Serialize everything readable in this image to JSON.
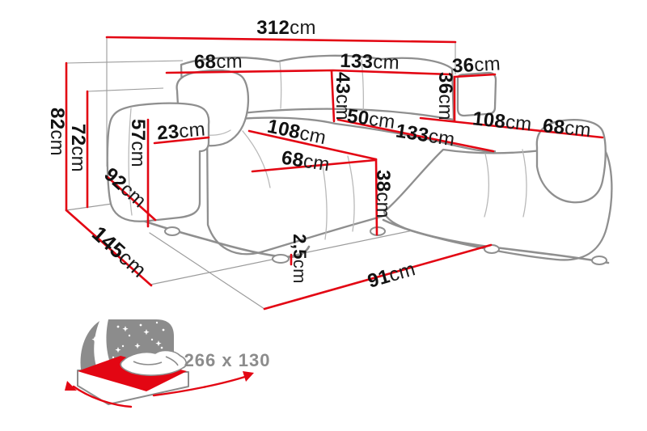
{
  "product_diagram": {
    "title": "corner-sofa-dimensions",
    "unit": "cm",
    "dimensions": {
      "total_width": {
        "value": "312",
        "unit": "cm"
      },
      "back_section_left": {
        "value": "68",
        "unit": "cm"
      },
      "back_section_middle": {
        "value": "133",
        "unit": "cm"
      },
      "backrest_height": {
        "value": "43",
        "unit": "cm"
      },
      "corner_seat_width": {
        "value": "50",
        "unit": "cm"
      },
      "headrest_width": {
        "value": "36",
        "unit": "cm"
      },
      "headrest_height": {
        "value": "36",
        "unit": "cm"
      },
      "armrest_top_width": {
        "value": "23",
        "unit": "cm"
      },
      "left_chaise_length": {
        "value": "108",
        "unit": "cm"
      },
      "left_chaise_width": {
        "value": "68",
        "unit": "cm"
      },
      "middle_seat_width": {
        "value": "133",
        "unit": "cm"
      },
      "right_chaise_length": {
        "value": "108",
        "unit": "cm"
      },
      "right_armrest_width": {
        "value": "68",
        "unit": "cm"
      },
      "seat_height": {
        "value": "38",
        "unit": "cm"
      },
      "armrest_height": {
        "value": "57",
        "unit": "cm"
      },
      "armrest_depth": {
        "value": "92",
        "unit": "cm"
      },
      "total_height": {
        "value": "82",
        "unit": "cm"
      },
      "backrest_total_height": {
        "value": "72",
        "unit": "cm"
      },
      "left_chaise_depth": {
        "value": "145",
        "unit": "cm"
      },
      "leg_height": {
        "value": "2,5",
        "unit": "cm"
      },
      "right_chaise_depth": {
        "value": "91",
        "unit": "cm"
      }
    },
    "sleeping_function": {
      "label": "266 x 130"
    },
    "colors": {
      "dimension_line": "#e30613",
      "sofa_outline": "#8f8f8f",
      "label_text": "#121212",
      "sleeping_label_text": "#8c8c8c"
    }
  }
}
